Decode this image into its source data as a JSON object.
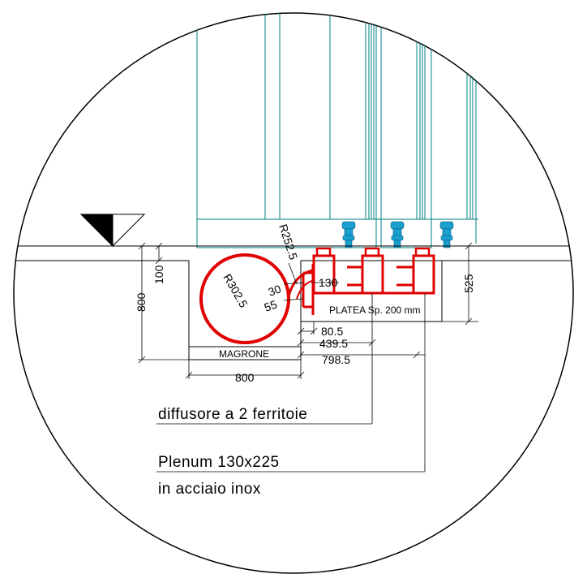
{
  "dimensions": {
    "r252": "R252.5",
    "r302": "R302.5",
    "d130": "130",
    "d30": "30",
    "d55": "55",
    "d80_5": "80.5",
    "d439_5": "439.5",
    "d798_5": "798.5",
    "d800_h": "800",
    "d800_v": "800",
    "d100": "100",
    "d525": "525"
  },
  "labels": {
    "platea": "PLATEA Sp. 200 mm",
    "magrone": "MAGRONE",
    "diffusore": "diffusore a 2 ferritoie",
    "plenum_line1": "Plenum 130x225",
    "plenum_line2": "in acciaio inox"
  },
  "colors": {
    "structure": "#000000",
    "pipe": "#e00000",
    "cabinet": "#008080",
    "fixture": "#1aa0d0"
  }
}
